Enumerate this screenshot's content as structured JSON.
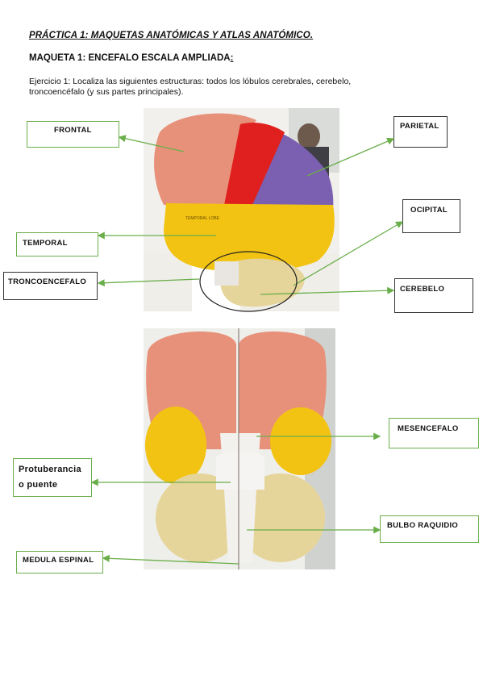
{
  "header": {
    "title": "PRÁCTICA 1: MAQUETAS ANATÓMICAS Y ATLAS ANATÓMICO.",
    "subtitle": "MAQUETA 1: ENCEFALO ESCALA AMPLIADA",
    "subtitle_colon": ":",
    "exercise_line1": "Ejercicio 1: Localiza las siguientes estructuras: todos los lóbulos cerebrales, cerebelo,",
    "exercise_line2": "troncoencéfalo (y sus partes principales)."
  },
  "figure1": {
    "labels": {
      "frontal": "FRONTAL",
      "parietal": "PARIETAL",
      "temporal": "TEMPORAL",
      "ocipital": "OCIPITAL",
      "troncoencefalo": "TRONCOENCEFALO",
      "cerebelo": "CEREBELO"
    },
    "model_text": "TEMPORAL LOBE"
  },
  "figure2": {
    "labels": {
      "mesencefalo": "MESENCEFALO",
      "protuberancia_1": "Protuberancia",
      "protuberancia_2": "o puente",
      "bulbo": "BULBO RAQUIDIO",
      "medula": "MEDULA ESPINAL"
    }
  },
  "colors": {
    "arrow_green": "#6aae4a",
    "frontal": "#e8917a",
    "motor": "#e0201e",
    "parietal": "#7b5fb0",
    "temporal": "#f2c312",
    "cerebellum": "#e6d59a",
    "stem": "#e9e6e1"
  }
}
